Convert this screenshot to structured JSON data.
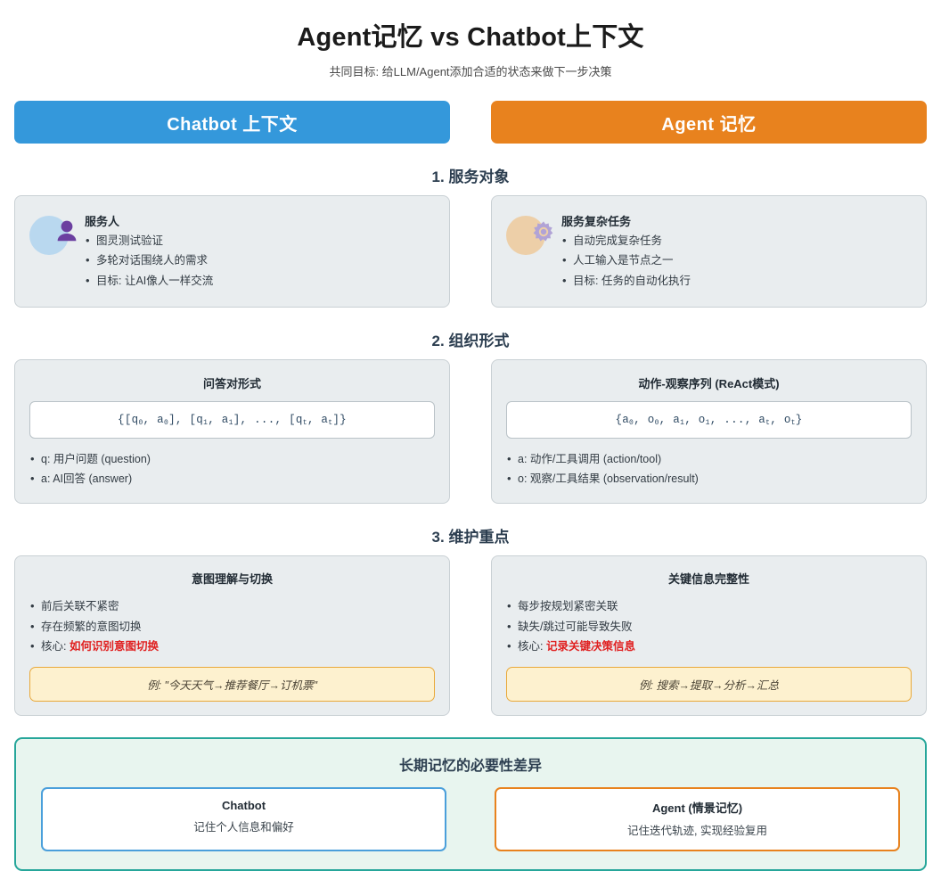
{
  "header": {
    "title": "Agent记忆 vs Chatbot上下文",
    "subtitle": "共同目标: 给LLM/Agent添加合适的状态来做下一步决策"
  },
  "columns": {
    "left": {
      "label": "Chatbot 上下文",
      "color": "#3498db"
    },
    "right": {
      "label": "Agent 记忆",
      "color": "#e8821e"
    }
  },
  "sections": [
    {
      "heading": "1. 服务对象",
      "left": {
        "icon": "person-icon",
        "icon_circle_color": "#b9d8ef",
        "title": "服务人",
        "bullets": [
          "图灵测试验证",
          "多轮对话围绕人的需求",
          "目标: 让AI像人一样交流"
        ]
      },
      "right": {
        "icon": "gear-icon",
        "icon_circle_color": "#edcfa8",
        "title": "服务复杂任务",
        "bullets": [
          "自动完成复杂任务",
          "人工输入是节点之一",
          "目标: 任务的自动化执行"
        ]
      }
    },
    {
      "heading": "2. 组织形式",
      "left": {
        "title": "问答对形式",
        "code": "{[q0, a0], [q1, a1], ..., [qt, at]}",
        "bullets": [
          "q: 用户问题 (question)",
          "a: AI回答 (answer)"
        ]
      },
      "right": {
        "title": "动作-观察序列 (ReAct模式)",
        "code": "{a0, o0, a1, o1, ..., at, ot}",
        "bullets": [
          "a: 动作/工具调用 (action/tool)",
          "o: 观察/工具结果 (observation/result)"
        ]
      }
    },
    {
      "heading": "3. 维护重点",
      "left": {
        "title": "意图理解与切换",
        "bullets": [
          "前后关联不紧密",
          "存在频繁的意图切换"
        ],
        "core_label": "核心: ",
        "core_value": "如何识别意图切换",
        "core_color": "#e02020",
        "example": "例: \"今天天气→推荐餐厅→订机票\""
      },
      "right": {
        "title": "关键信息完整性",
        "bullets": [
          "每步按规划紧密关联",
          "缺失/跳过可能导致失败"
        ],
        "core_label": "核心: ",
        "core_value": "记录关键决策信息",
        "core_color": "#e02020",
        "example": "例: 搜索→提取→分析→汇总"
      }
    }
  ],
  "bottom": {
    "title": "长期记忆的必要性差异",
    "border_color": "#26a69a",
    "background_color": "#e8f5ef",
    "left": {
      "title": "Chatbot",
      "desc": "记住个人信息和偏好",
      "border_color": "#4a9fdb"
    },
    "right": {
      "title": "Agent (情景记忆)",
      "desc": "记住迭代轨迹, 实现经验复用",
      "border_color": "#e8821e"
    }
  }
}
